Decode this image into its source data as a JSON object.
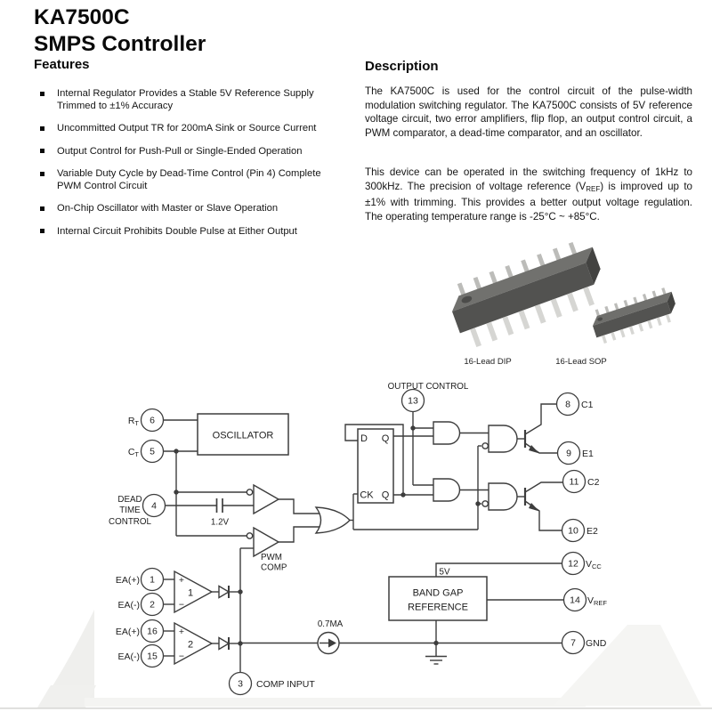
{
  "page": {
    "title_line1": "KA7500C",
    "title_line2": "SMPS Controller"
  },
  "features": {
    "heading": "Features",
    "items": [
      "Internal Regulator Provides a Stable 5V Reference Supply Trimmed to ±1% Accuracy",
      "Uncommitted Output TR for 200mA Sink or Source Current",
      "Output Control for Push-Pull or Single-Ended Operation",
      "Variable Duty Cycle by Dead-Time Control (Pin 4) Complete PWM Control Circuit",
      "On-Chip Oscillator with Master or Slave Operation",
      "Internal Circuit Prohibits Double Pulse at Either Output"
    ]
  },
  "description": {
    "heading": "Description",
    "para1": "The KA7500C is used for the control circuit of the pulse-width modulation switching regulator. The KA7500C consists of 5V reference voltage circuit, two error amplifiers, flip flop, an output control circuit, a PWM comparator, a dead-time comparator, and an oscillator.",
    "para2_pre": "This device can be operated in the switching frequency of 1kHz to 300kHz. The precision of voltage reference (V",
    "para2_sub": "REF",
    "para2_post": ") is improved up to ±1% with trimming. This provides a better output voltage regulation. The operating temperature range is -25°C ~ +85°C."
  },
  "packages": {
    "dip_label": "16-Lead DIP",
    "sop_label": "16-Lead SOP"
  },
  "diagram": {
    "oscillator": "OSCILLATOR",
    "output_control": "OUTPUT CONTROL",
    "band_gap_line1": "BAND GAP",
    "band_gap_line2": "REFERENCE",
    "pwm_line1": "PWM",
    "pwm_line2": "COMP",
    "dead_line1": "DEAD",
    "dead_line2": "TIME",
    "dead_line3": "CONTROL",
    "cap_voltage": "1.2V",
    "current_source": "0.7MA",
    "supply_5v": "5V",
    "ff": {
      "d": "D",
      "q_top": "Q",
      "ck": "CK",
      "q_bottom": "Q"
    },
    "amp1_num": "1",
    "amp2_num": "2",
    "plus": "+",
    "minus": "−",
    "pins": {
      "p6": {
        "num": "6",
        "label_pre": "R",
        "label_sub": "T"
      },
      "p5": {
        "num": "5",
        "label_pre": "C",
        "label_sub": "T"
      },
      "p4": {
        "num": "4"
      },
      "p13": {
        "num": "13"
      },
      "p8": {
        "num": "8",
        "label": "C1"
      },
      "p9": {
        "num": "9",
        "label": "E1"
      },
      "p11": {
        "num": "11",
        "label": "C2"
      },
      "p10": {
        "num": "10",
        "label": "E2"
      },
      "p12": {
        "num": "12",
        "label_pre": "V",
        "label_sub": "CC"
      },
      "p14": {
        "num": "14",
        "label_pre": "V",
        "label_sub": "REF"
      },
      "p7": {
        "num": "7",
        "label": "GND"
      },
      "p1": {
        "num": "1",
        "label": "EA(+)"
      },
      "p2": {
        "num": "2",
        "label": "EA(-)"
      },
      "p16": {
        "num": "16",
        "label": "EA(+)"
      },
      "p15": {
        "num": "15",
        "label": "EA(-)"
      },
      "p3": {
        "num": "3",
        "label": "COMP INPUT"
      }
    }
  },
  "colors": {
    "text": "#111111",
    "schematic_line": "#3d3d3d",
    "chip_body": "#525250",
    "chip_top": "#71716e",
    "chip_leg": "#d6d6d3"
  }
}
